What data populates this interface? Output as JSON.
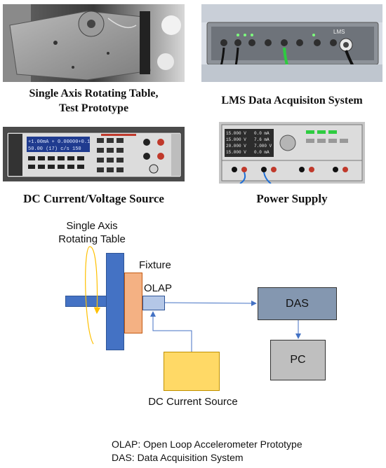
{
  "photos": {
    "rotating_table": {
      "caption_line1": "Single Axis Rotating Table,",
      "caption_line2": "Test Prototype"
    },
    "lms_das": {
      "caption": "LMS Data Acquisiton System",
      "device_brand": "LMS"
    },
    "dc_source": {
      "caption": "DC Current/Voltage Source",
      "display_line1": "+1.00mA + 0.00000+0.1",
      "display_line2": "50.00 (17) c/s  150"
    },
    "power_supply": {
      "caption": "Power Supply",
      "display_values": [
        "15.000 V",
        "15.000 V",
        "20.000 V",
        "15.000 V"
      ],
      "side_values": [
        "0.0 mA",
        "7.6 mA",
        "7.000 V",
        "0.0 mA"
      ]
    }
  },
  "diagram": {
    "rotating_table_line1": "Single Axis",
    "rotating_table_line2": "Rotating Table",
    "fixture": "Fixture",
    "olap": "OLAP",
    "das": "DAS",
    "pc": "PC",
    "dc_current_source": "DC Current Source"
  },
  "legend": {
    "olap_def": "OLAP: Open Loop Accelerometer Prototype",
    "das_def": "DAS: Data Acquisition System"
  },
  "colors": {
    "table_blue": "#4472C4",
    "fixture_orange": "#F4B183",
    "olap_light_blue": "#B4C7E7",
    "das_slate": "#8497B0",
    "pc_gray": "#BFBFBF",
    "dc_yellow": "#FFD966",
    "arrow_blue": "#4472C4",
    "rotation_arrow": "#FFC000"
  }
}
